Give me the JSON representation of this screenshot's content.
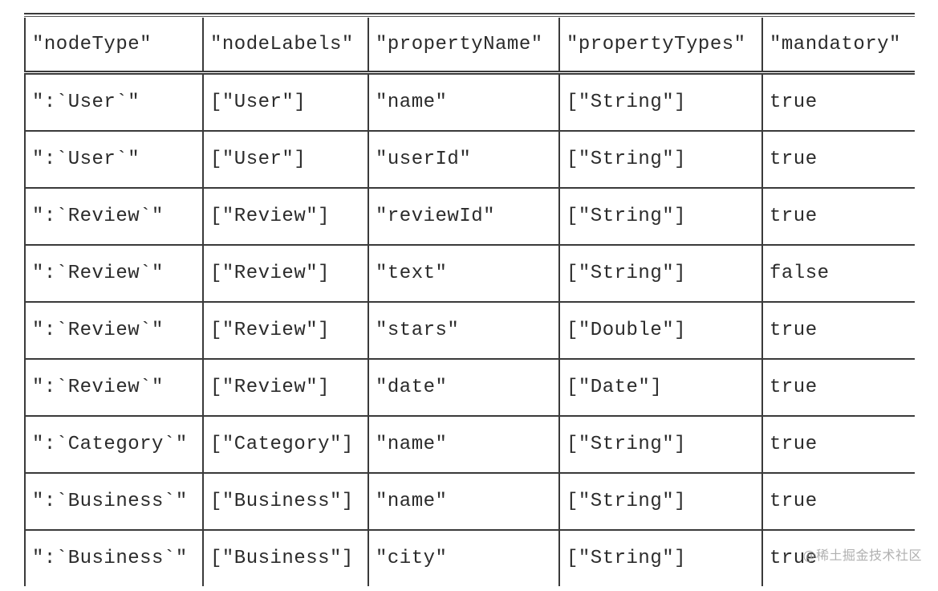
{
  "table": {
    "headers": [
      "\"nodeType\"",
      "\"nodeLabels\"",
      "\"propertyName\"",
      "\"propertyTypes\"",
      "\"mandatory\""
    ],
    "rows": [
      [
        "\":`User`\"",
        "[\"User\"]",
        "\"name\"",
        "[\"String\"]",
        "true"
      ],
      [
        "\":`User`\"",
        "[\"User\"]",
        "\"userId\"",
        "[\"String\"]",
        "true"
      ],
      [
        "\":`Review`\"",
        "[\"Review\"]",
        "\"reviewId\"",
        "[\"String\"]",
        "true"
      ],
      [
        "\":`Review`\"",
        "[\"Review\"]",
        "\"text\"",
        "[\"String\"]",
        "false"
      ],
      [
        "\":`Review`\"",
        "[\"Review\"]",
        "\"stars\"",
        "[\"Double\"]",
        "true"
      ],
      [
        "\":`Review`\"",
        "[\"Review\"]",
        "\"date\"",
        "[\"Date\"]",
        "true"
      ],
      [
        "\":`Category`\"",
        "[\"Category\"]",
        "\"name\"",
        "[\"String\"]",
        "true"
      ],
      [
        "\":`Business`\"",
        "[\"Business\"]",
        "\"name\"",
        "[\"String\"]",
        "true"
      ],
      [
        "\":`Business`\"",
        "[\"Business\"]",
        "\"city\"",
        "[\"String\"]",
        "true"
      ]
    ]
  },
  "watermark": "@稀土掘金技术社区",
  "colors": {
    "text": "#2b2b2b",
    "border": "#3a3a3a",
    "background": "#ffffff"
  }
}
